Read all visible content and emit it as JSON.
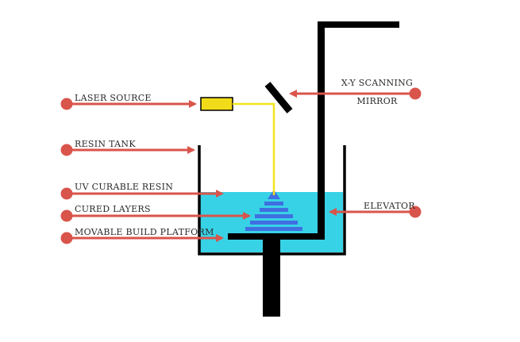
{
  "labels": {
    "laser_source": "LASER SOURCE",
    "resin_tank": "RESIN TANK",
    "uv_curable_resin": "UV CURABLE RESIN",
    "cured_layers": "CURED LAYERS",
    "movable_build_platform": "MOVABLE BUILD PLATFORM",
    "xy_scanning_mirror_line1": "X-Y SCANNING",
    "xy_scanning_mirror_line2": "MIRROR",
    "elevator": "ELEVATOR"
  },
  "colors": {
    "arrow": "#d9544b",
    "resin": "#38d2e6",
    "laser_source": "#f2dc1a",
    "laser_beam": "#f2e41f",
    "cured_layers": "#3f6fe0",
    "structure": "#000000"
  },
  "cured_layer_count": 5
}
